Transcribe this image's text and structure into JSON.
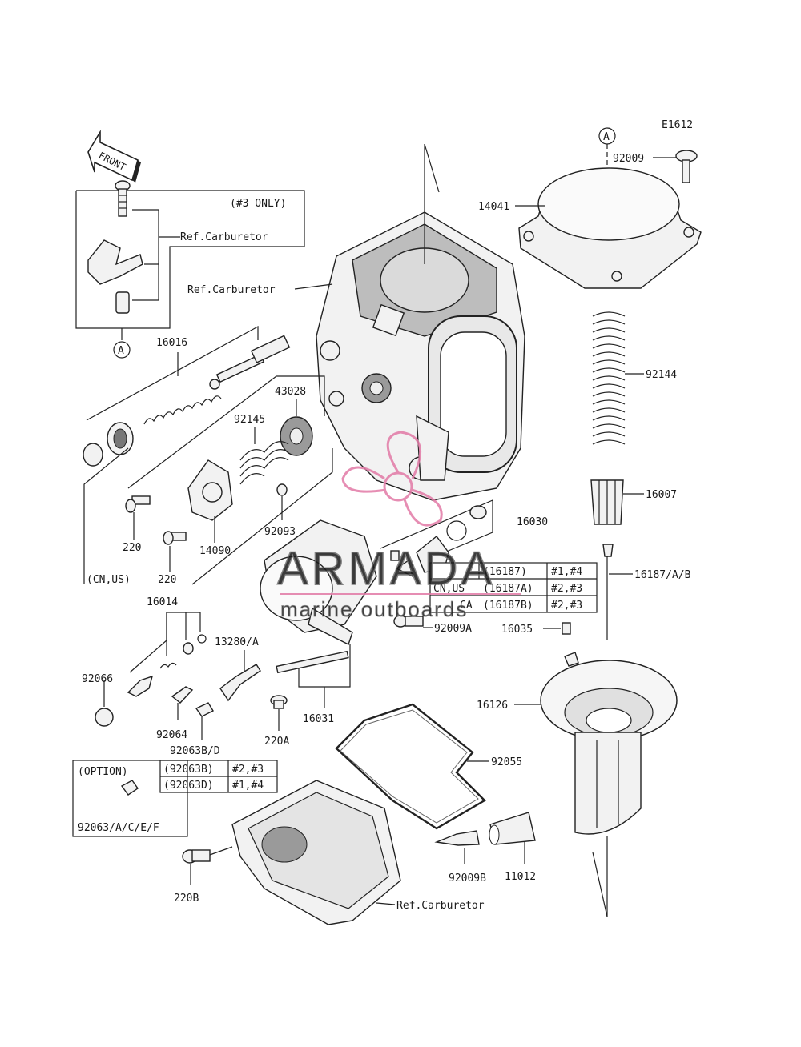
{
  "diagram_code": "E1612",
  "front_label": "FRONT",
  "ref_marker": "A",
  "watermark": {
    "brand": "ARMADA",
    "tagline": "marine outboards",
    "logo_color": "#e27aa6",
    "text_color": "#7a7a7a"
  },
  "labels": {
    "p92009": "92009",
    "p14041": "14041",
    "p3only": "(#3 ONLY)",
    "ref_carb_1": "Ref.Carburetor",
    "ref_carb_2": "Ref.Carburetor",
    "ref_carb_3": "Ref.Carburetor",
    "p16016": "16016",
    "p43028": "43028",
    "p92145": "92145",
    "p92144": "92144",
    "p16007": "16007",
    "p220a": "220",
    "p220b": "220",
    "p14090": "14090",
    "p92093": "92093",
    "p16030": "16030",
    "cnus": "(CN,US)",
    "p16014": "16014",
    "p16187ab": "16187/A/B",
    "p13280a": "13280/A",
    "p92009a": "92009A",
    "p16035": "16035",
    "p92066": "92066",
    "p16031": "16031",
    "p16126": "16126",
    "p92064": "92064",
    "p220A": "220A",
    "p92063bd": "92063B/D",
    "p92055": "92055",
    "option": "(OPTION)",
    "p92063acef": "92063/A/C/E/F",
    "p220B": "220B",
    "p92009B": "92009B",
    "p11012": "11012"
  },
  "table_16187": [
    {
      "region": "",
      "part": "(16187)",
      "cyl": "#1,#4"
    },
    {
      "region": "CN,US",
      "part": "(16187A)",
      "cyl": "#2,#3"
    },
    {
      "region": "CA",
      "part": "(16187B)",
      "cyl": "#2,#3"
    }
  ],
  "table_92063": [
    {
      "part": "(92063B)",
      "cyl": "#2,#3"
    },
    {
      "part": "(92063D)",
      "cyl": "#1,#4"
    }
  ]
}
